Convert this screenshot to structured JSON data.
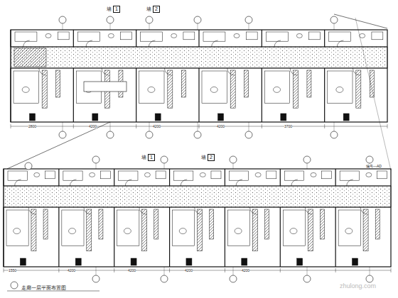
{
  "diagram": {
    "nodes": [
      {
        "text": [
          "墙",
          "1"
        ]
      },
      {
        "text": [
          "墙",
          "2"
        ]
      },
      {
        "text": [
          "墙",
          "1"
        ]
      },
      {
        "text": [
          "墙",
          "2"
        ]
      }
    ],
    "labels": [
      "2800",
      "4200",
      "4200",
      "4200",
      "3700",
      "1550",
      "4200",
      "4200",
      "4200",
      "4200",
      "走廊一层平面布置图",
      "编号—AD",
      "zhulong.com"
    ]
  }
}
